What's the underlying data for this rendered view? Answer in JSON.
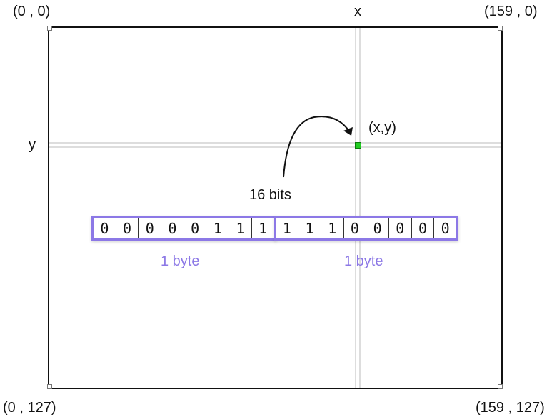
{
  "corners": {
    "top_left": "(0 , 0)",
    "top_right": "(159 , 0)",
    "bottom_left": "(0 , 127)",
    "bottom_right": "(159 , 127)"
  },
  "axes": {
    "x": "x",
    "y": "y"
  },
  "point_label": "(x,y)",
  "bits_label": "16 bits",
  "bytes": [
    {
      "label": "1 byte",
      "bits": [
        "0",
        "0",
        "0",
        "0",
        "0",
        "1",
        "1",
        "1"
      ]
    },
    {
      "label": "1 byte",
      "bits": [
        "1",
        "1",
        "1",
        "0",
        "0",
        "0",
        "0",
        "0"
      ]
    }
  ],
  "colors": {
    "byte_accent": "#8c78e6",
    "pixel": "#22cc22",
    "guides": "#dddddd"
  }
}
